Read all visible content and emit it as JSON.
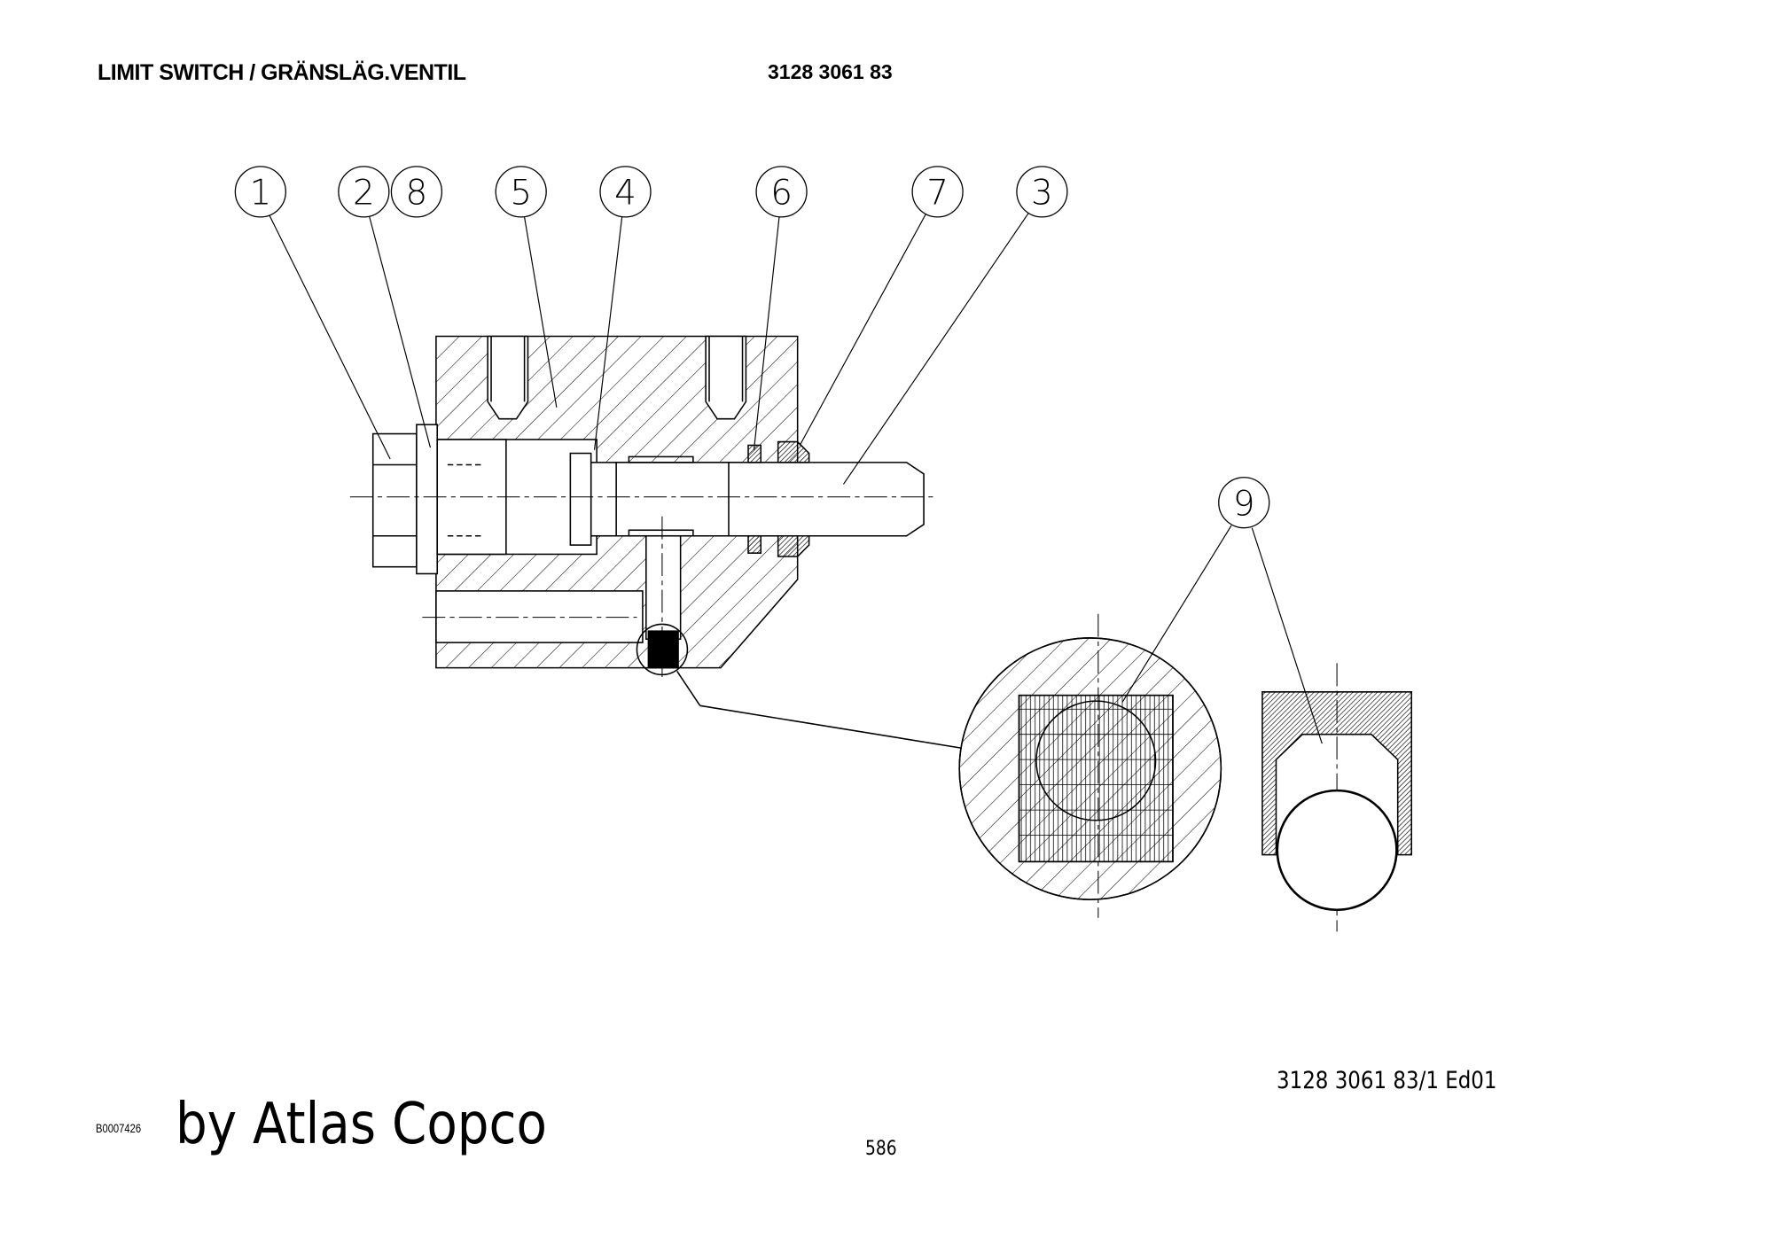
{
  "header": {
    "title": "LIMIT SWITCH / GRÄNSLÄG.VENTIL",
    "part_number": "3128 3061 83"
  },
  "drawing": {
    "callouts": [
      "1",
      "2",
      "8",
      "5",
      "4",
      "6",
      "7",
      "3",
      "9"
    ]
  },
  "footer": {
    "document_ref": "3128 3061 83/1   Ed01",
    "image_id": "B0007426",
    "brand": "by Atlas Copco",
    "page_number": "586"
  }
}
